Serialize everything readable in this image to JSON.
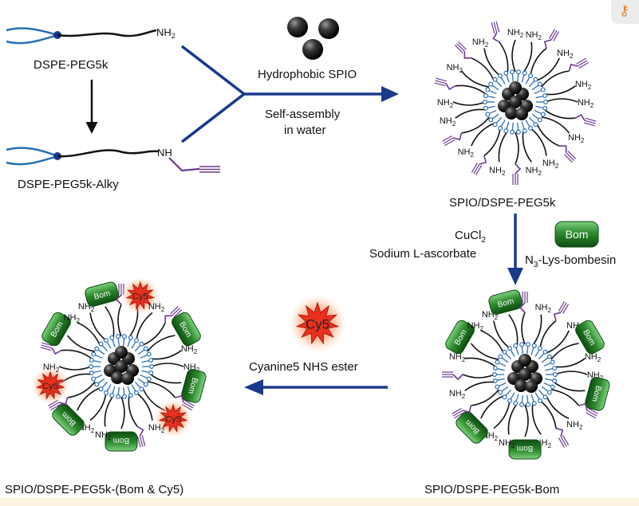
{
  "labels": {
    "dspe_peg": "DSPE-PEG5k",
    "dspe_peg_alky": "DSPE-PEG5k-Alky",
    "hydrophobic_spio": "Hydrophobic SPIO",
    "self_assembly_1": "Self-assembly",
    "self_assembly_2": "in water",
    "spio_peg": "SPIO/DSPE-PEG5k",
    "cucl2": "CuCl",
    "cucl2_sub": "2",
    "ascorbate": "Sodium L-ascorbate",
    "n3": "N",
    "n3_sub": "3",
    "n3_rest": "-Lys-bombesin",
    "spio_bom": "SPIO/DSPE-PEG5k-Bom",
    "cyanine_ester": "Cyanine5 NHS ester",
    "spio_bom_cy5": "SPIO/DSPE-PEG5k-(Bom & Cy5)",
    "nh2_top": "NH",
    "nh2_top_sub": "2",
    "nh_alky": "NH"
  },
  "tags": {
    "bom": "Bom",
    "cy5": "Cy5",
    "nh": "NH",
    "nh_sub": "2"
  },
  "colors": {
    "arrow": "#1b3a8a",
    "alkyne": "#6b3a8e",
    "lipid": "#2a6fb4",
    "bom_green": "#2d8a2d",
    "cy5_red": "#e8311e"
  },
  "badge": {
    "icon": "key-icon"
  }
}
